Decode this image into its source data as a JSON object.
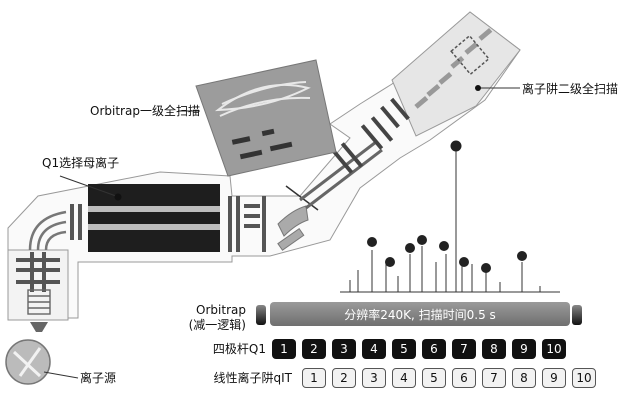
{
  "labels": {
    "orbitrap_ms1": "Orbitrap一级全扫描",
    "q1_select": "Q1选择母离子",
    "iontrap_ms2": "离子阱二级全扫描",
    "ion_source": "离子源"
  },
  "timing": {
    "orbitrap_label": "Orbitrap",
    "orbitrap_sublabel": "(减一逻辑)",
    "orbitrap_bar_text": "分辨率240K, 扫描时间0.5 s",
    "q1_label": "四极杆Q1",
    "qit_label": "线性离子阱qIT",
    "q1_cells": [
      "1",
      "2",
      "3",
      "4",
      "5",
      "6",
      "7",
      "8",
      "9",
      "10"
    ],
    "qit_cells": [
      "1",
      "2",
      "3",
      "4",
      "5",
      "6",
      "7",
      "8",
      "9",
      "10"
    ]
  }
}
